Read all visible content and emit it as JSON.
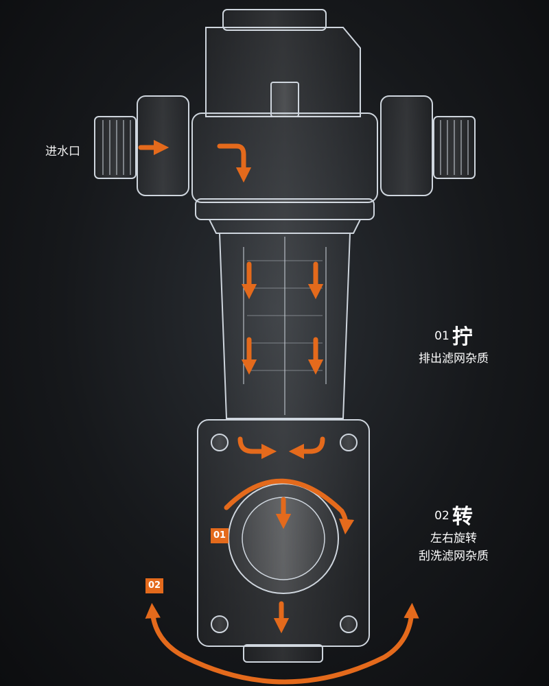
{
  "inlet": {
    "label": "进水口"
  },
  "steps": [
    {
      "number": "01",
      "action": "拧",
      "lines": [
        "排出滤网杂质"
      ]
    },
    {
      "number": "02",
      "action": "转",
      "lines": [
        "左右旋转",
        "刮洗滤网杂质"
      ]
    }
  ],
  "markers": {
    "marker_1": "01",
    "marker_2": "02"
  },
  "colors": {
    "accent": "#e46a1c",
    "outline": "#cfd6de",
    "background": "#16181b"
  }
}
